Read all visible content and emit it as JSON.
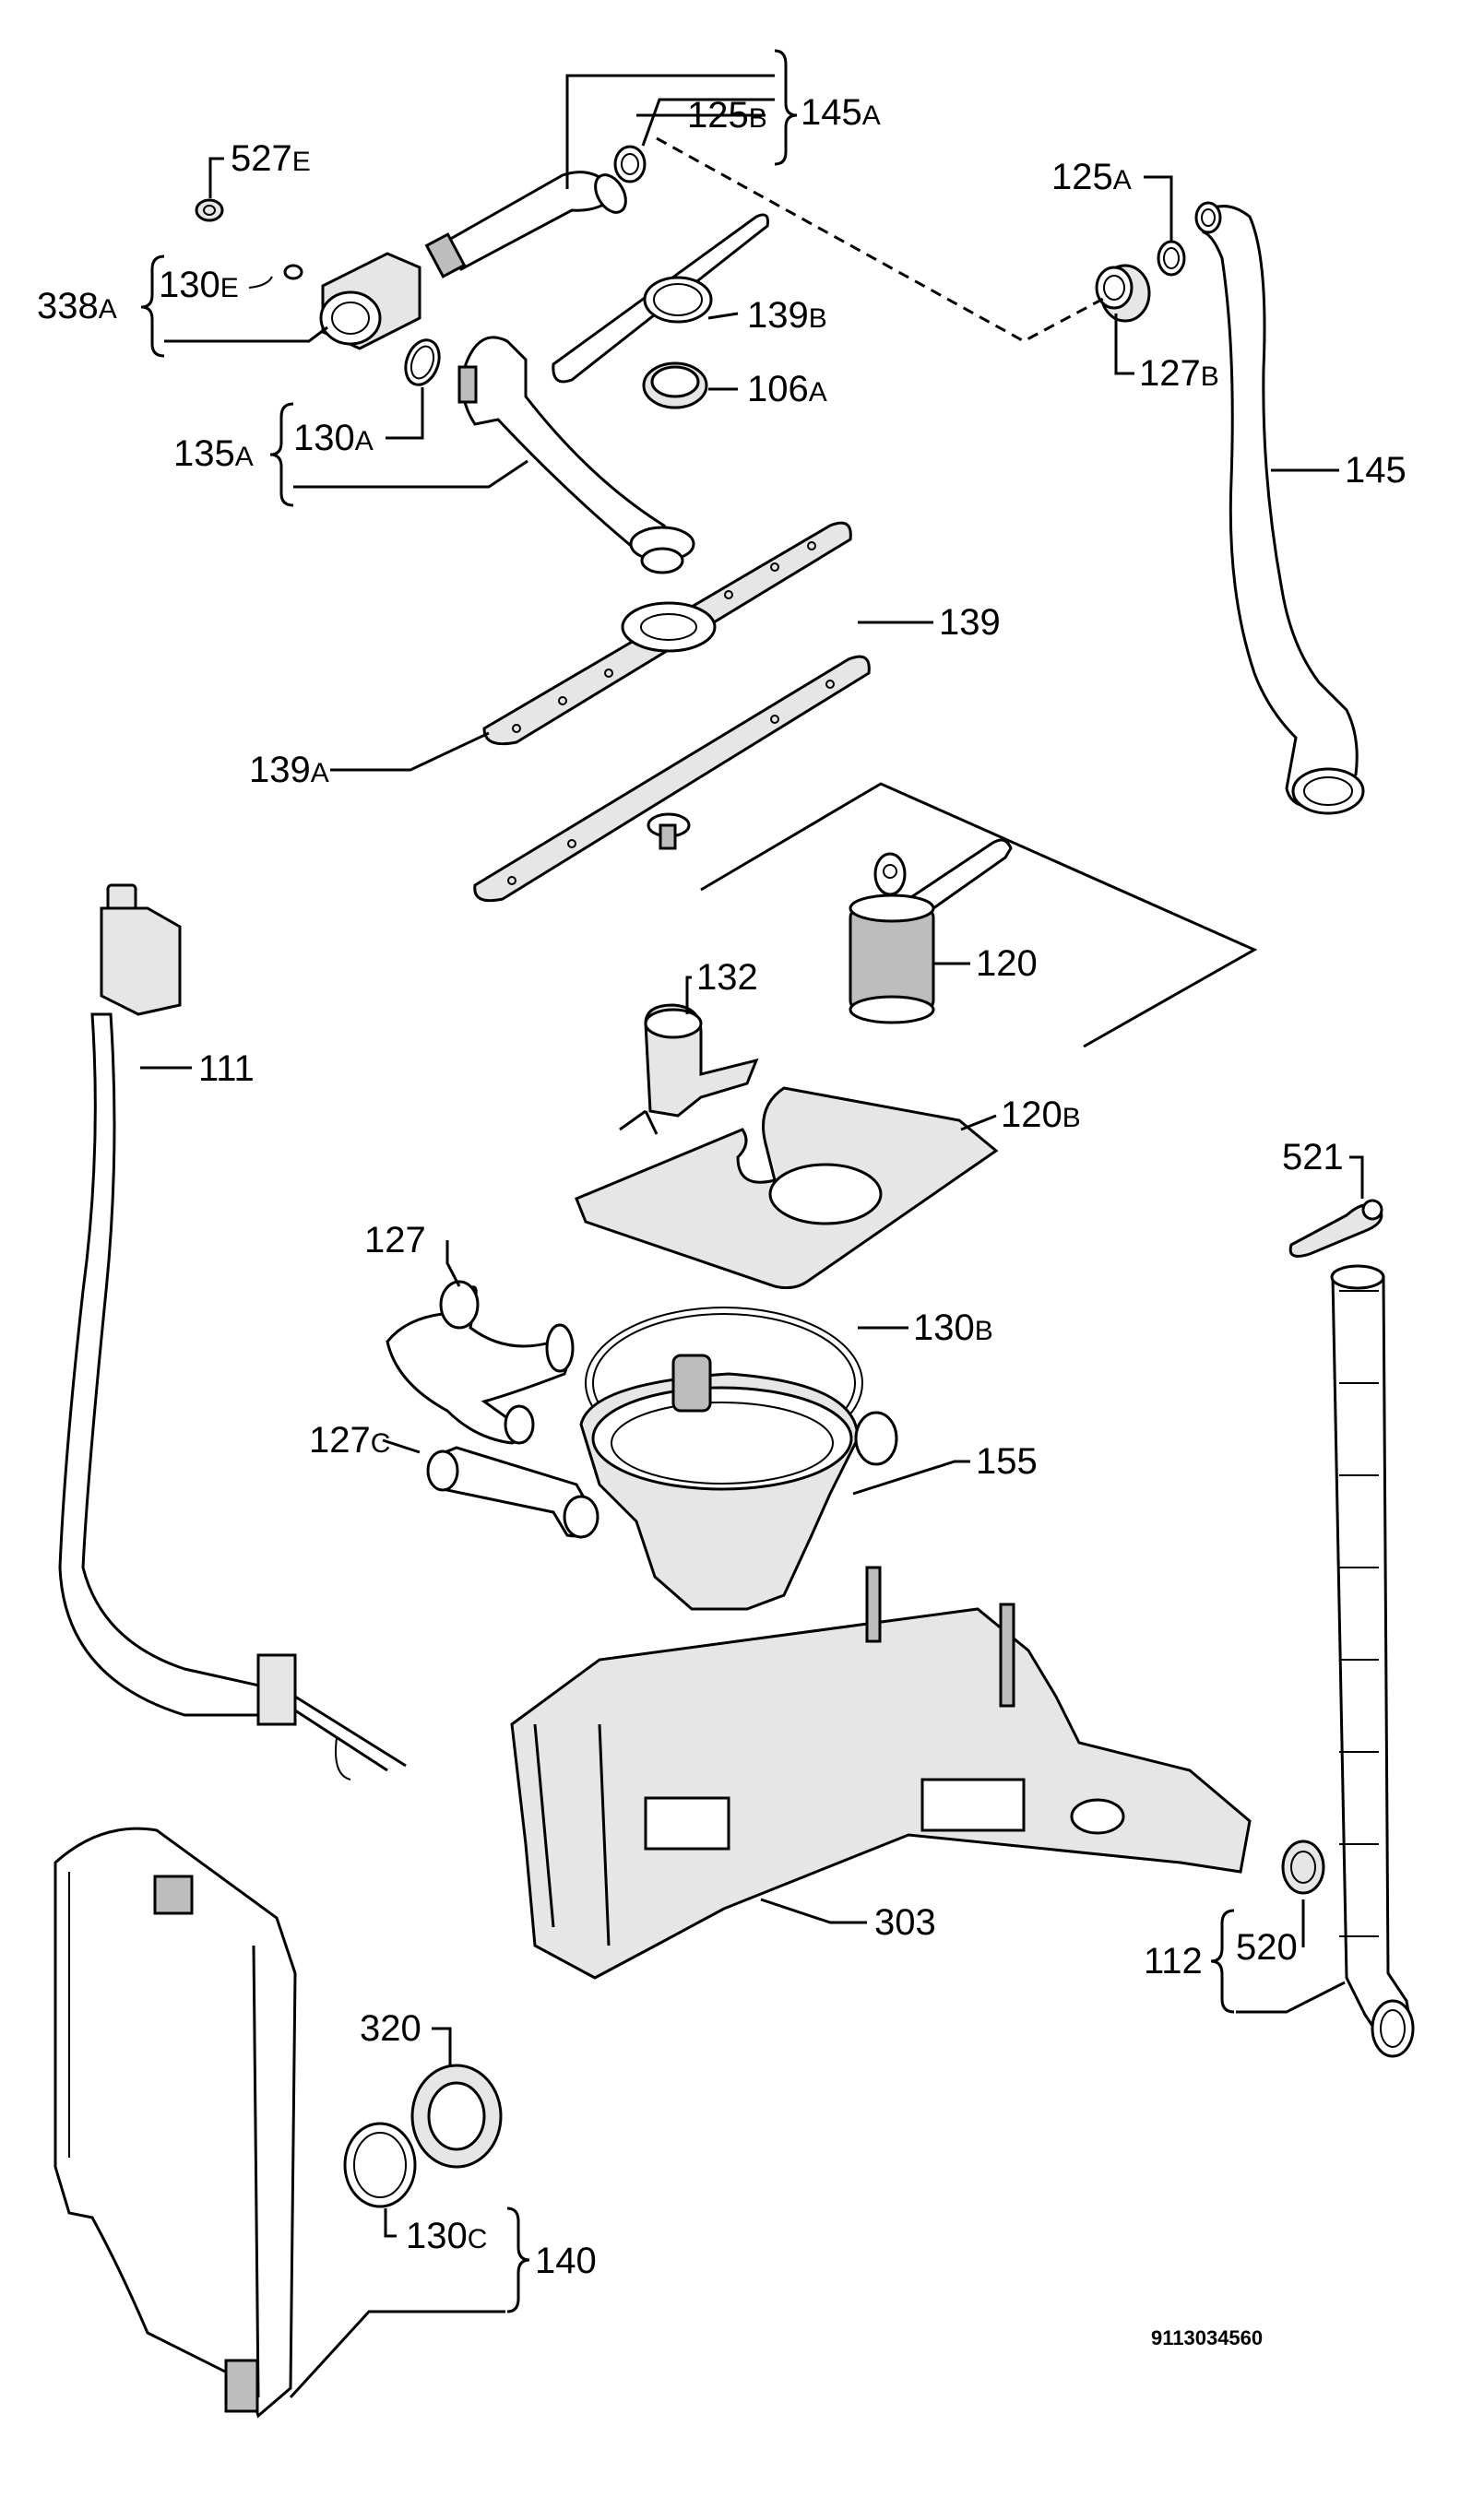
{
  "document_number": "9113034560",
  "callouts": {
    "p145a": {
      "main": "145",
      "suffix": "A"
    },
    "p125b": {
      "main": "125",
      "suffix": "B"
    },
    "p527e": {
      "main": "527",
      "suffix": "E"
    },
    "p338a": {
      "main": "338",
      "suffix": "A"
    },
    "p130e": {
      "main": "130",
      "suffix": "E"
    },
    "p139b": {
      "main": "139",
      "suffix": "B"
    },
    "p106a": {
      "main": "106",
      "suffix": "A"
    },
    "p135a": {
      "main": "135",
      "suffix": "A"
    },
    "p130a": {
      "main": "130",
      "suffix": "A"
    },
    "p125a": {
      "main": "125",
      "suffix": "A"
    },
    "p127b": {
      "main": "127",
      "suffix": "B"
    },
    "p145": {
      "main": "145",
      "suffix": ""
    },
    "p139": {
      "main": "139",
      "suffix": ""
    },
    "p139a": {
      "main": "139",
      "suffix": "A"
    },
    "p111": {
      "main": "111",
      "suffix": ""
    },
    "p120": {
      "main": "120",
      "suffix": ""
    },
    "p132": {
      "main": "132",
      "suffix": ""
    },
    "p120b": {
      "main": "120",
      "suffix": "B"
    },
    "p521": {
      "main": "521",
      "suffix": ""
    },
    "p127": {
      "main": "127",
      "suffix": ""
    },
    "p130b": {
      "main": "130",
      "suffix": "B"
    },
    "p127c": {
      "main": "127",
      "suffix": "C"
    },
    "p155": {
      "main": "155",
      "suffix": ""
    },
    "p303": {
      "main": "303",
      "suffix": ""
    },
    "p112": {
      "main": "112",
      "suffix": ""
    },
    "p520": {
      "main": "520",
      "suffix": ""
    },
    "p320": {
      "main": "320",
      "suffix": ""
    },
    "p130c": {
      "main": "130",
      "suffix": "C"
    },
    "p140": {
      "main": "140",
      "suffix": ""
    }
  }
}
